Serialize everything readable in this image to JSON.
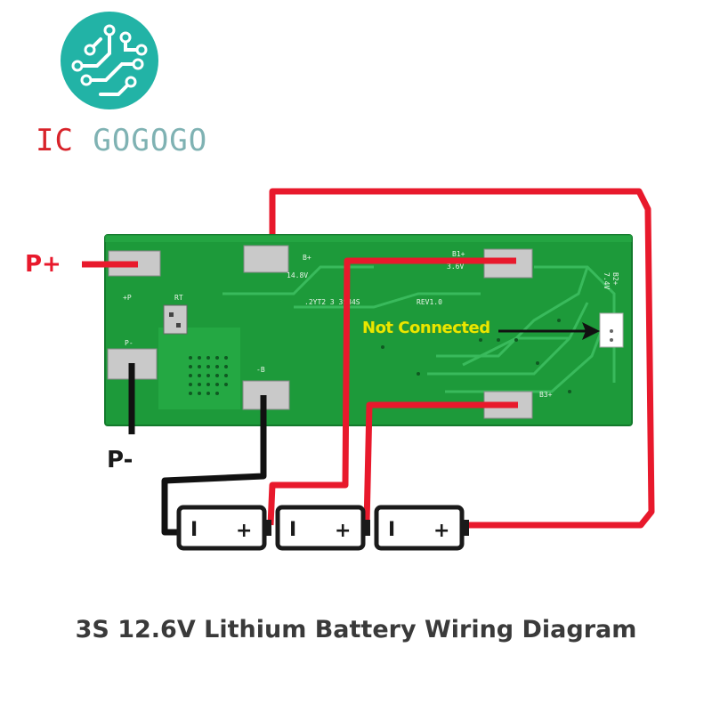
{
  "brand": {
    "logo_icon": "circuit-logo-icon",
    "part1": "IC ",
    "part2": "GOGOGO",
    "color_red": "#d8232a",
    "color_teal": "#22b3a6"
  },
  "diagram": {
    "caption": "3S 12.6V Lithium Battery Wiring Diagram",
    "labels": {
      "p_plus": "P+",
      "p_minus": "P-",
      "not_connected": "Not Connected"
    },
    "board_silkscreen": [
      "+P",
      "RT",
      "P-",
      "-B",
      "B+",
      "14.8V",
      ".2YT2 3 3S84S",
      "REV1.0",
      "B1+",
      "3.6V",
      "B3+",
      "7.4V",
      "B2+"
    ],
    "batteries": [
      {
        "minus": "I",
        "plus": "+"
      },
      {
        "minus": "I",
        "plus": "+"
      },
      {
        "minus": "I",
        "plus": "+"
      }
    ],
    "colors": {
      "board_green": "#1d9a3a",
      "wire_red": "#e8192c",
      "wire_black": "#111111",
      "pad_gray": "#c9c9c9",
      "label_red": "#e8192c",
      "label_yellow": "#e8e800"
    }
  }
}
